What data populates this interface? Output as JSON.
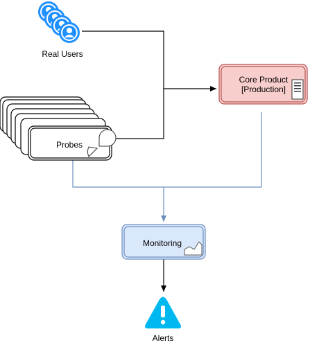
{
  "nodes": {
    "real_users": {
      "label": "Real Users"
    },
    "probes": {
      "label": "Probes"
    },
    "core_product": {
      "label_line1": "Core Product",
      "label_line2": "[Production]"
    },
    "monitoring": {
      "label": "Monitoring"
    },
    "alerts": {
      "label": "Alerts"
    }
  },
  "colors": {
    "user_icon": "#1E90FF",
    "core_product_fill": "#F8CECC",
    "core_product_stroke": "#B85450",
    "monitoring_fill": "#DAE8FC",
    "monitoring_stroke": "#6C8EBF",
    "monitor_edge": "#6C8EBF",
    "alert_icon": "#00B8F0",
    "edge": "#000000"
  },
  "icons": {
    "real_users": "user-group-icon",
    "probes": "pie-chart-icon",
    "core_product": "server-icon",
    "monitoring": "area-chart-icon",
    "alerts": "warning-icon"
  }
}
